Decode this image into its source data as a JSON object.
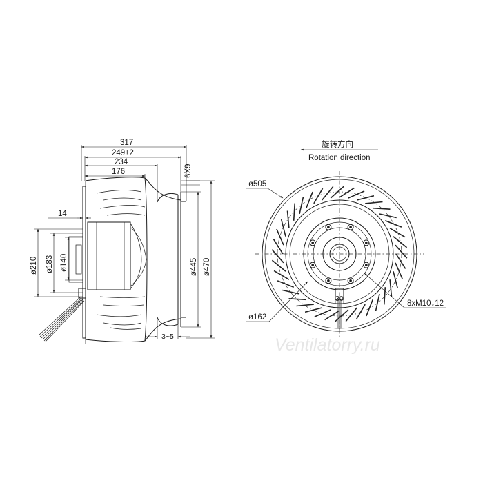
{
  "dimensions": {
    "length_317": "317",
    "length_249": "249±2",
    "length_234": "234",
    "length_176": "176",
    "length_14": "14",
    "slot_6x9": "6X9",
    "dia_210": "ø210",
    "dia_183": "ø183",
    "dia_140": "ø140",
    "dia_445": "ø445",
    "dia_470": "ø470",
    "gap_3_5": "3~5",
    "dia_505": "ø505",
    "dia_162": "ø162",
    "width_30": "30",
    "thread_holes": "8xM10↓12"
  },
  "rotation": {
    "label_cn": "旋转方向",
    "label_en": "Rotation direction"
  },
  "watermark": "Ventilatorry.ru"
}
